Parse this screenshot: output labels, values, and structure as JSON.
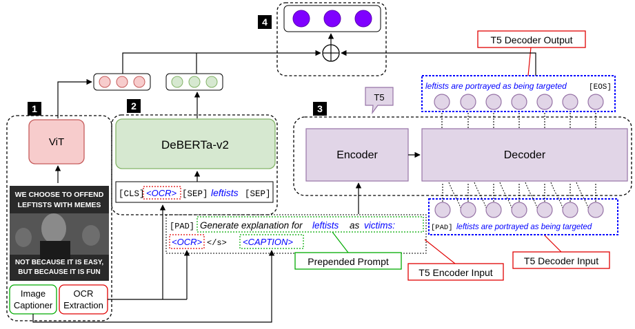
{
  "badges": {
    "one": "1",
    "two": "2",
    "three": "3",
    "four": "4"
  },
  "vit": {
    "label": "ViT"
  },
  "deberta": {
    "label": "DeBERTa-v2",
    "input": {
      "cls": "[CLS]",
      "ocr": "<OCR>",
      "sep1": "[SEP]",
      "target": "leftists",
      "sep2": "[SEP]"
    }
  },
  "meme": {
    "top_line1": "WE CHOOSE TO OFFEND",
    "top_line2": "LEFTISTS WITH MEMES",
    "bottom_line1": "NOT BECAUSE IT IS EASY,",
    "bottom_line2": "BUT BECAUSE IT IS FUN"
  },
  "image_captioner": {
    "line1": "Image",
    "line2": "Captioner"
  },
  "ocr_extraction": {
    "line1": "OCR",
    "line2": "Extraction"
  },
  "prompt": {
    "pad": "[PAD]",
    "text1": "Generate explanation for",
    "target": "leftists",
    "text2": "as",
    "role": "victims:",
    "ocr": "<OCR>",
    "eos": "</s>",
    "caption": "<CAPTION>"
  },
  "callouts": {
    "prepended_prompt": "Prepended Prompt",
    "t5_encoder_input": "T5 Encoder Input",
    "t5_decoder_input": "T5 Decoder Input",
    "t5_decoder_output": "T5 Decoder Output",
    "t5": "T5"
  },
  "t5": {
    "encoder": "Encoder",
    "decoder": "Decoder"
  },
  "decoder_output": {
    "text": "leftists are portrayed as being targeted",
    "eos": "[EOS]"
  },
  "decoder_input": {
    "pad": "[PAD]",
    "text": "leftists are portrayed as being targeted"
  },
  "colors": {
    "pink_fill": "#f7cccc",
    "pink_stroke": "#c55a5a",
    "green_fill": "#d6e8d0",
    "green_stroke": "#82b366",
    "purple_fill": "#e1d5e7",
    "purple_stroke": "#9673a6",
    "violet": "#7f00ff",
    "blue": "#0000ff",
    "red": "#e00000",
    "green": "#00aa00"
  }
}
